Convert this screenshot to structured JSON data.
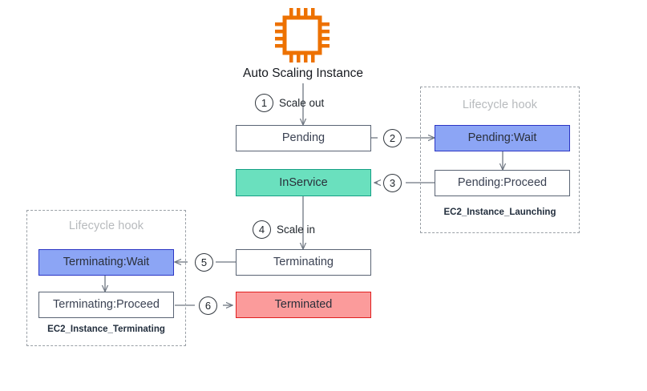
{
  "diagram": {
    "title_label": "Auto Scaling Instance",
    "icon": "ec2-chip-icon"
  },
  "colors": {
    "chip_orange": "#ED7100",
    "wait_blue_fill": "#8CA5F5",
    "wait_blue_border": "#2B35C4",
    "inservice_teal_fill": "#6AE0BE",
    "inservice_teal_border": "#16A085",
    "terminated_red_fill": "#FB9B9B",
    "terminated_red_border": "#E02020",
    "node_border": "#5A6474",
    "node_text": "#3B4253",
    "hook_border": "#9AA0A6",
    "hook_title_text": "#B7BABD",
    "connector_line": "#6E7681"
  },
  "states": {
    "pending": "Pending",
    "inservice": "InService",
    "terminating": "Terminating",
    "terminated": "Terminated",
    "pending_wait": "Pending:Wait",
    "pending_proceed": "Pending:Proceed",
    "terminating_wait": "Terminating:Wait",
    "terminating_proceed": "Terminating:Proceed"
  },
  "hooks": {
    "launching": {
      "title": "Lifecycle hook",
      "caption": "EC2_Instance_Launching"
    },
    "terminating": {
      "title": "Lifecycle hook",
      "caption": "EC2_Instance_Terminating"
    }
  },
  "edges": {
    "scale_out_label": "Scale out",
    "scale_in_label": "Scale in",
    "step1": "1",
    "step2": "2",
    "step3": "3",
    "step4": "4",
    "step5": "5",
    "step6": "6"
  }
}
